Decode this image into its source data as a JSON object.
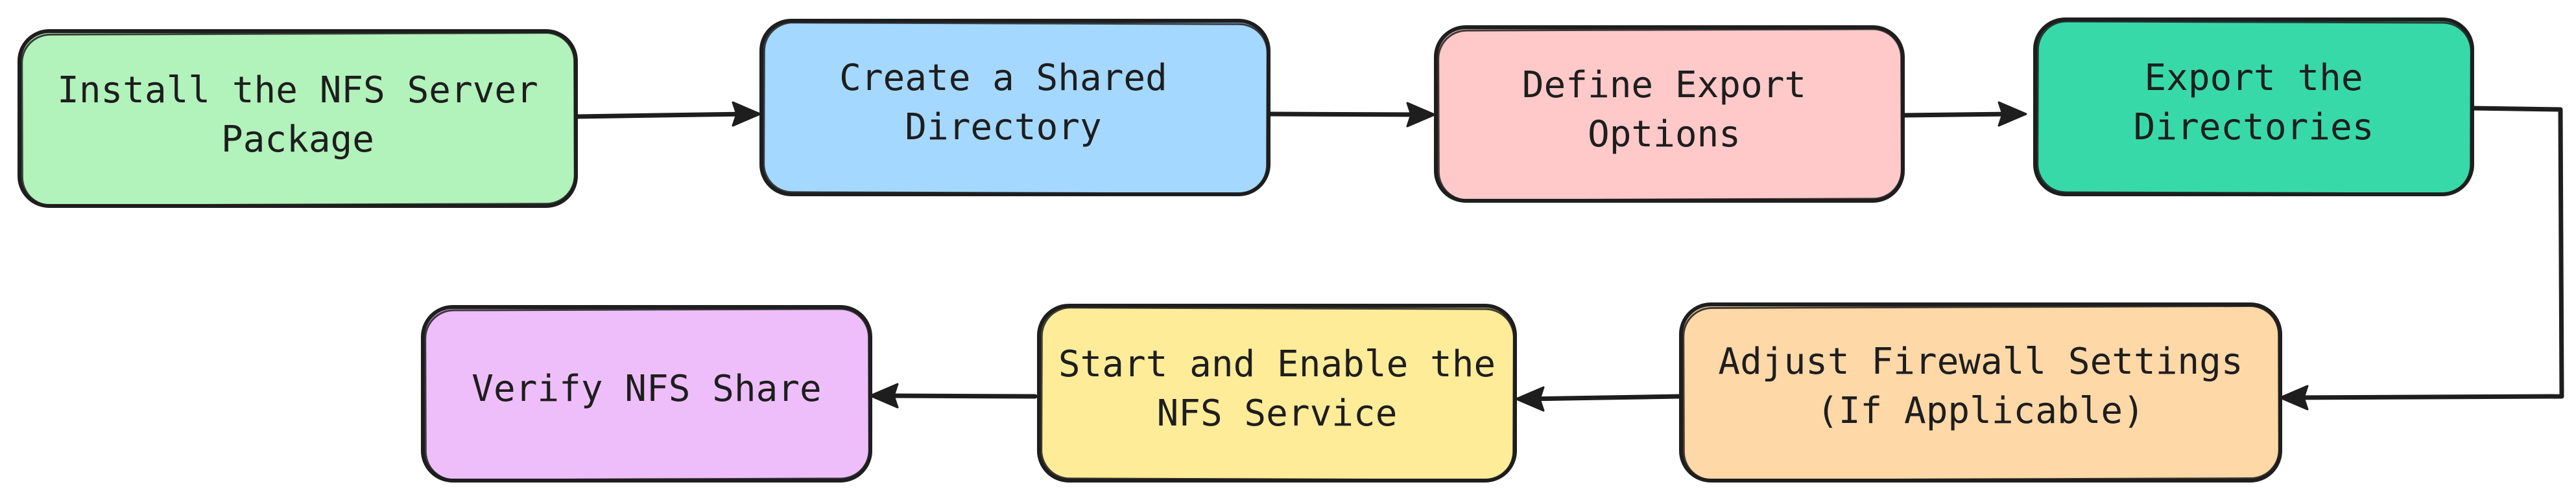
{
  "diagram": {
    "type": "flowchart",
    "direction": "left-to-right, then right-to-left",
    "nodes": [
      {
        "id": "install",
        "label_line1": "Install the NFS Server",
        "label_line2": "Package",
        "fill": "#b2f2bb"
      },
      {
        "id": "create",
        "label_line1": "Create a Shared",
        "label_line2": "Directory",
        "fill": "#a5d8ff"
      },
      {
        "id": "define",
        "label_line1": "Define Export",
        "label_line2": "Options",
        "fill": "#ffc9c9"
      },
      {
        "id": "export",
        "label_line1": "Export the",
        "label_line2": "Directories",
        "fill": "#38d9a9"
      },
      {
        "id": "firewall",
        "label_line1": "Adjust Firewall Settings",
        "label_line2": "(If Applicable)",
        "fill": "#ffd8a8"
      },
      {
        "id": "start",
        "label_line1": "Start and Enable the",
        "label_line2": "NFS Service",
        "fill": "#ffec99"
      },
      {
        "id": "verify",
        "label_line1": "Verify NFS Share",
        "label_line2": "",
        "fill": "#eebefa"
      }
    ],
    "edges": [
      {
        "from": "install",
        "to": "create"
      },
      {
        "from": "create",
        "to": "define"
      },
      {
        "from": "define",
        "to": "export"
      },
      {
        "from": "export",
        "to": "firewall"
      },
      {
        "from": "firewall",
        "to": "start"
      },
      {
        "from": "start",
        "to": "verify"
      }
    ],
    "stroke_color": "#1e1e1e"
  }
}
